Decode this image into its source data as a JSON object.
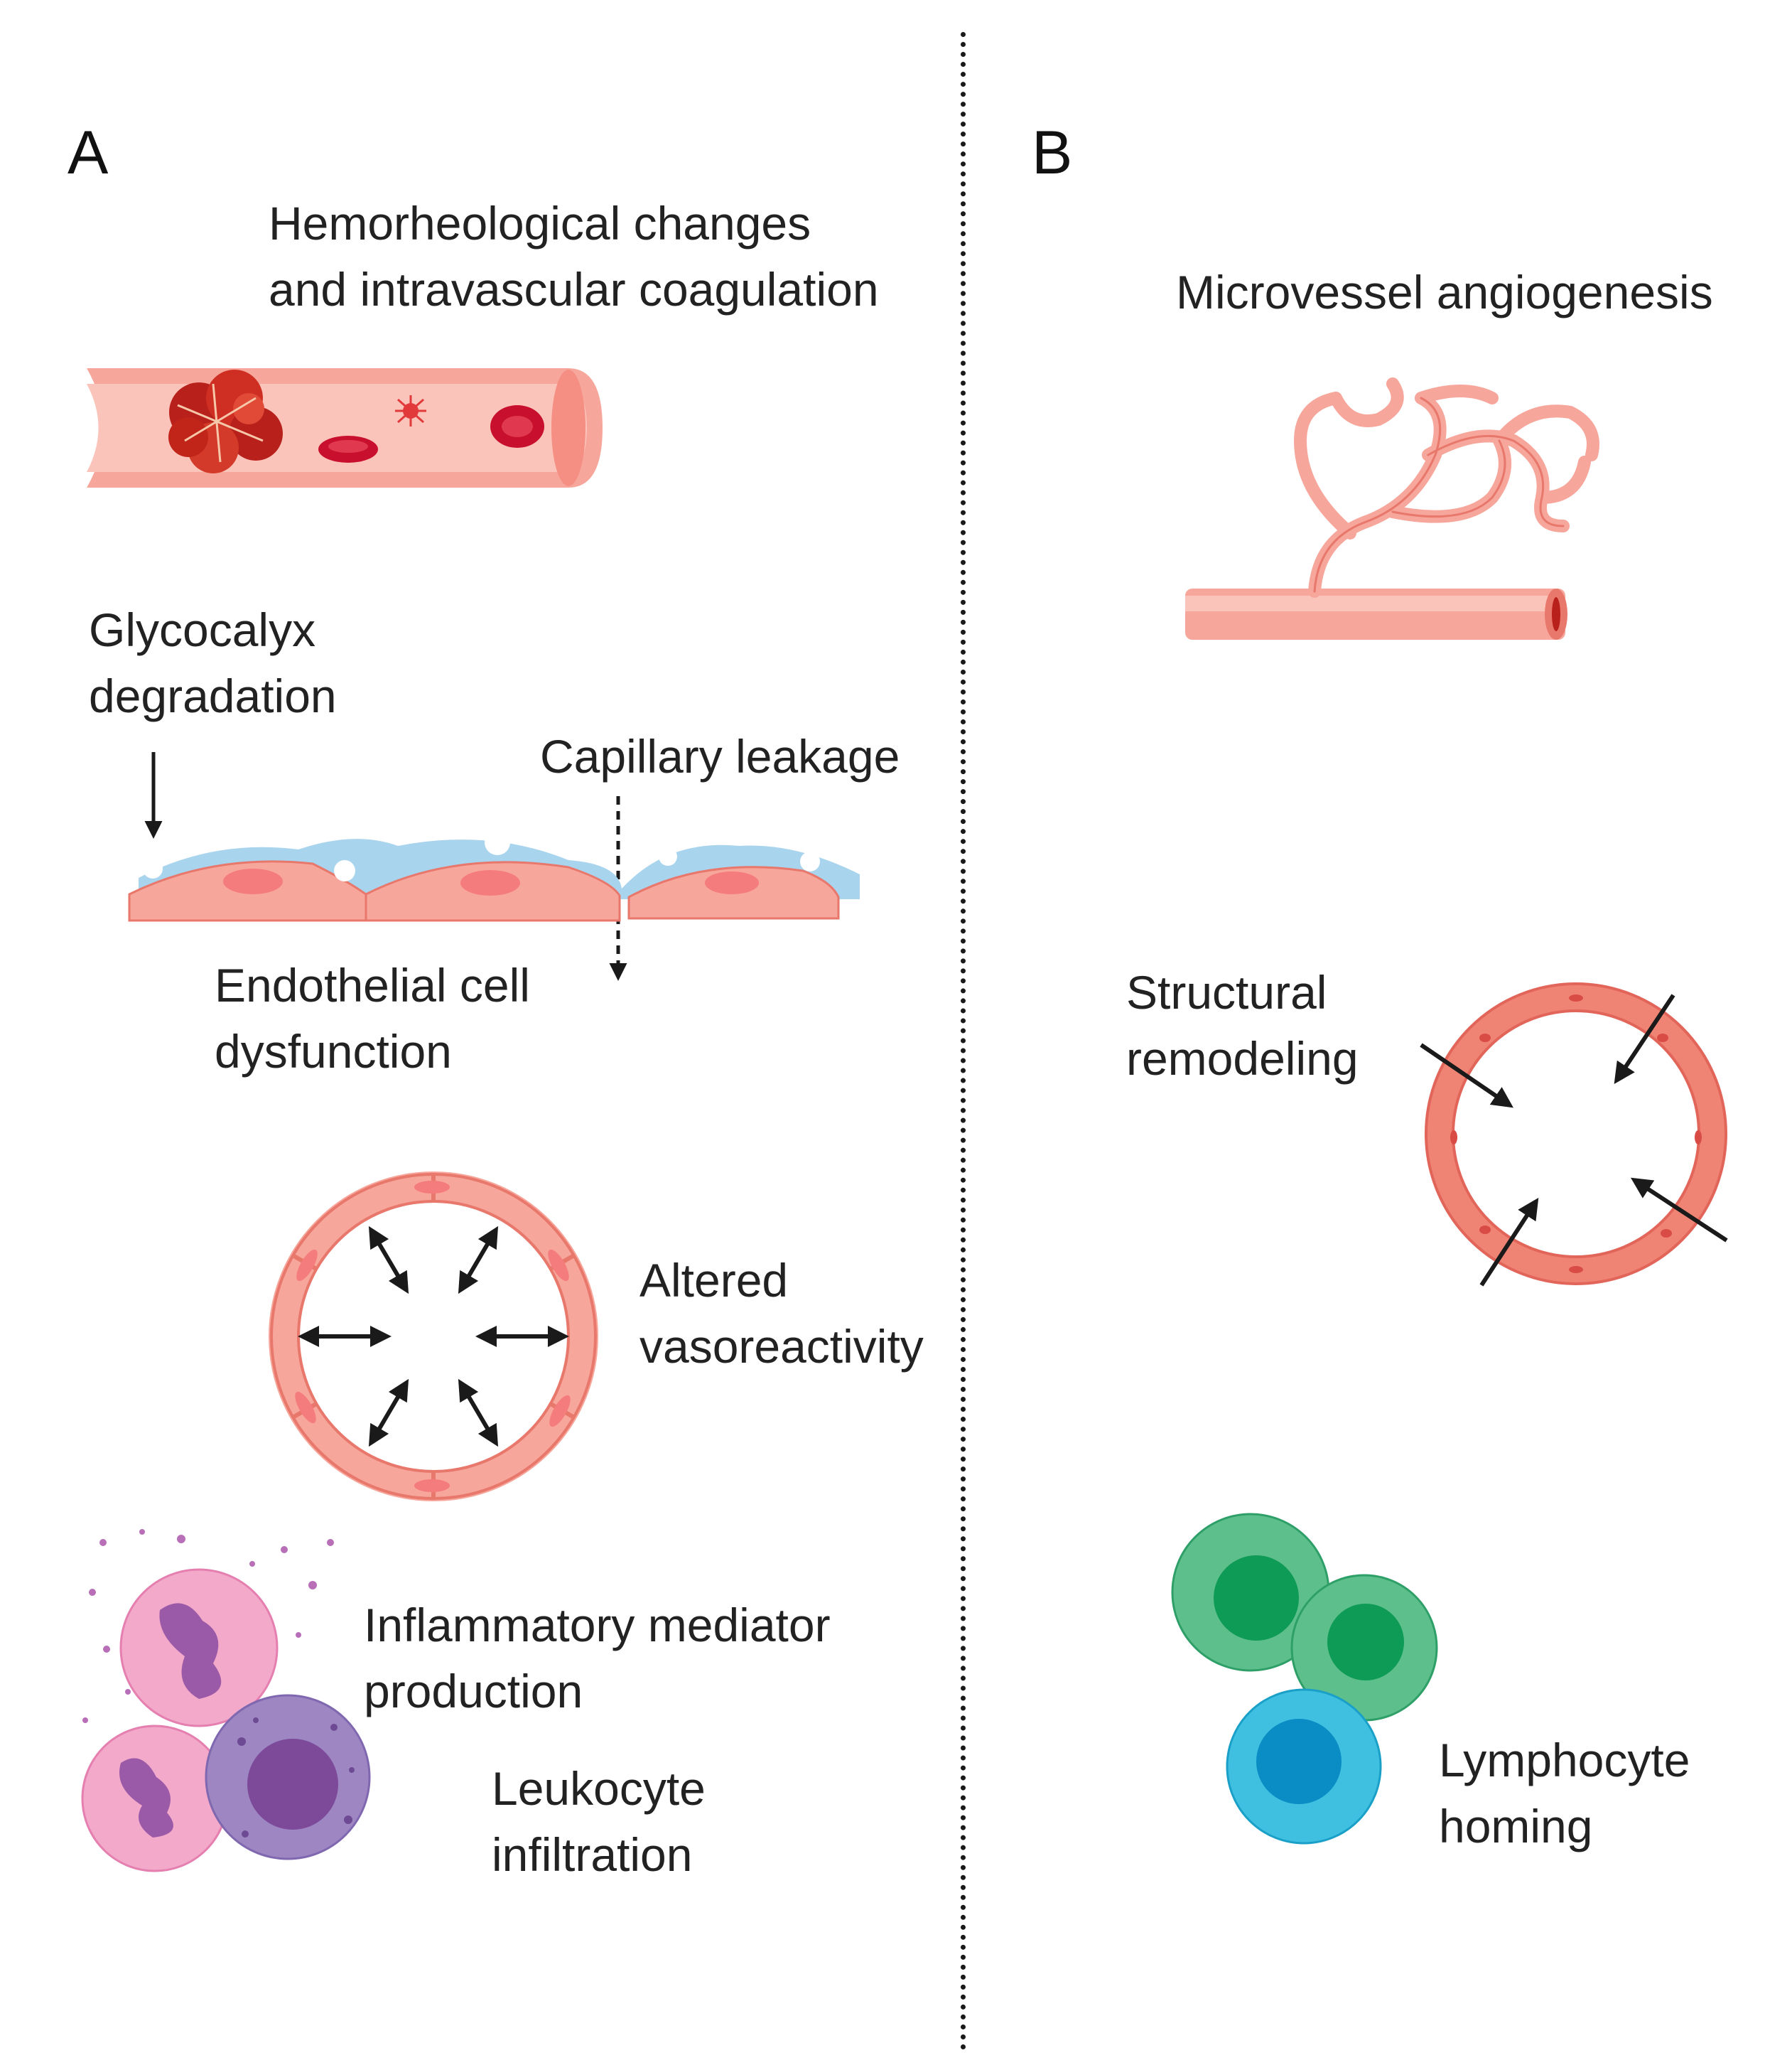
{
  "panels": {
    "a": {
      "letter": "A",
      "hemorheology": {
        "line1": "Hemorheological changes",
        "line2": "and intravascular coagulation"
      },
      "glycocalyx": {
        "line1": "Glycocalyx",
        "line2": "degradation"
      },
      "capillary": {
        "line1": "Capillary leakage"
      },
      "endothelial": {
        "line1": "Endothelial cell",
        "line2": "dysfunction"
      },
      "vasoreactivity": {
        "line1": "Altered",
        "line2": "vasoreactivity"
      },
      "inflammatory": {
        "line1": "Inflammatory mediator",
        "line2": "production"
      },
      "leukocyte": {
        "line1": "Leukocyte",
        "line2": "infiltration"
      }
    },
    "b": {
      "letter": "B",
      "angiogenesis": {
        "line1": "Microvessel angiogenesis"
      },
      "remodeling": {
        "line1": "Structural",
        "line2": "remodeling"
      },
      "lymphocyte": {
        "line1": "Lymphocyte",
        "line2": "homing"
      }
    }
  },
  "colors": {
    "vessel": "#f7a69b",
    "vessel_dark": "#e8776c",
    "rbc": "#c8102e",
    "glycocalyx": "#a9d4ee",
    "neutrophil": "#f3a9c9",
    "nucleus_purple": "#9b5aa8",
    "monocyte": "#9d86c2",
    "lymph_green": "#5dbf8c",
    "lymph_green_dark": "#0e9b56",
    "lymph_blue": "#3fc0e0",
    "lymph_blue_dark": "#0a8cc4"
  }
}
